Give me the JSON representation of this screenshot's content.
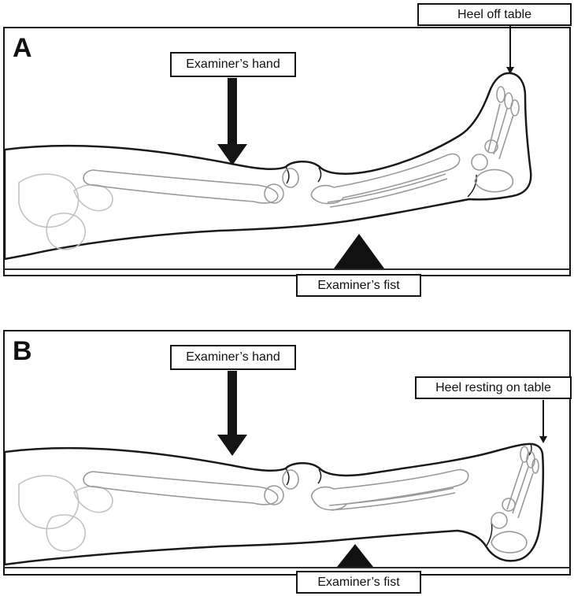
{
  "figure": {
    "type": "medical-examination-diagram",
    "colors": {
      "line": "#141414",
      "bone": "#9a9a9a",
      "background": "#ffffff"
    },
    "icons": {
      "force_arrow": "thick-down-arrow",
      "pointer_arrow": "thin-down-arrow",
      "fulcrum": "solid-up-triangle"
    },
    "panels": [
      {
        "letter": "A",
        "hand_label": "Examiner’s hand",
        "heel_label": "Heel off table",
        "fist_label": "Examiner’s fist"
      },
      {
        "letter": "B",
        "hand_label": "Examiner’s hand",
        "heel_label": "Heel resting on table",
        "fist_label": "Examiner’s fist"
      }
    ]
  }
}
